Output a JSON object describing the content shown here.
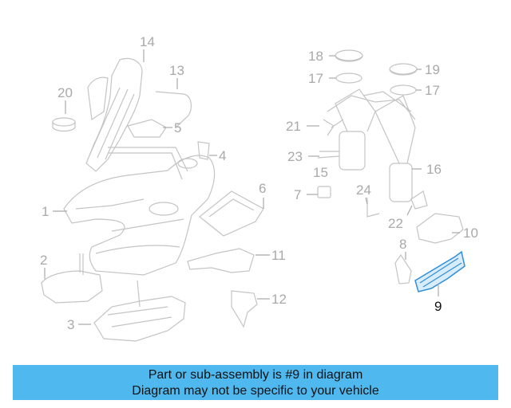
{
  "diagram": {
    "callouts": [
      {
        "id": "14",
        "label": "14"
      },
      {
        "id": "13",
        "label": "13"
      },
      {
        "id": "20",
        "label": "20"
      },
      {
        "id": "5",
        "label": "5"
      },
      {
        "id": "4",
        "label": "4"
      },
      {
        "id": "1",
        "label": "1"
      },
      {
        "id": "6",
        "label": "6"
      },
      {
        "id": "2",
        "label": "2"
      },
      {
        "id": "11",
        "label": "11"
      },
      {
        "id": "12",
        "label": "12"
      },
      {
        "id": "3",
        "label": "3"
      },
      {
        "id": "18",
        "label": "18"
      },
      {
        "id": "17a",
        "label": "17"
      },
      {
        "id": "19",
        "label": "19"
      },
      {
        "id": "17b",
        "label": "17"
      },
      {
        "id": "21",
        "label": "21"
      },
      {
        "id": "23",
        "label": "23"
      },
      {
        "id": "15",
        "label": "15"
      },
      {
        "id": "16",
        "label": "16"
      },
      {
        "id": "7",
        "label": "7"
      },
      {
        "id": "24",
        "label": "24"
      },
      {
        "id": "22",
        "label": "22"
      },
      {
        "id": "10",
        "label": "10"
      },
      {
        "id": "8",
        "label": "8"
      },
      {
        "id": "9",
        "label": "9"
      }
    ],
    "highlighted_part": "9",
    "colors": {
      "highlight": "#2f8fd8",
      "linework": "#c4c4c4",
      "callout": "#a9a9a9",
      "banner": "#4fb8ee"
    }
  },
  "banner": {
    "line1": "Part or sub-assembly is #9 in diagram",
    "line2": "Diagram may not be specific to your vehicle"
  }
}
